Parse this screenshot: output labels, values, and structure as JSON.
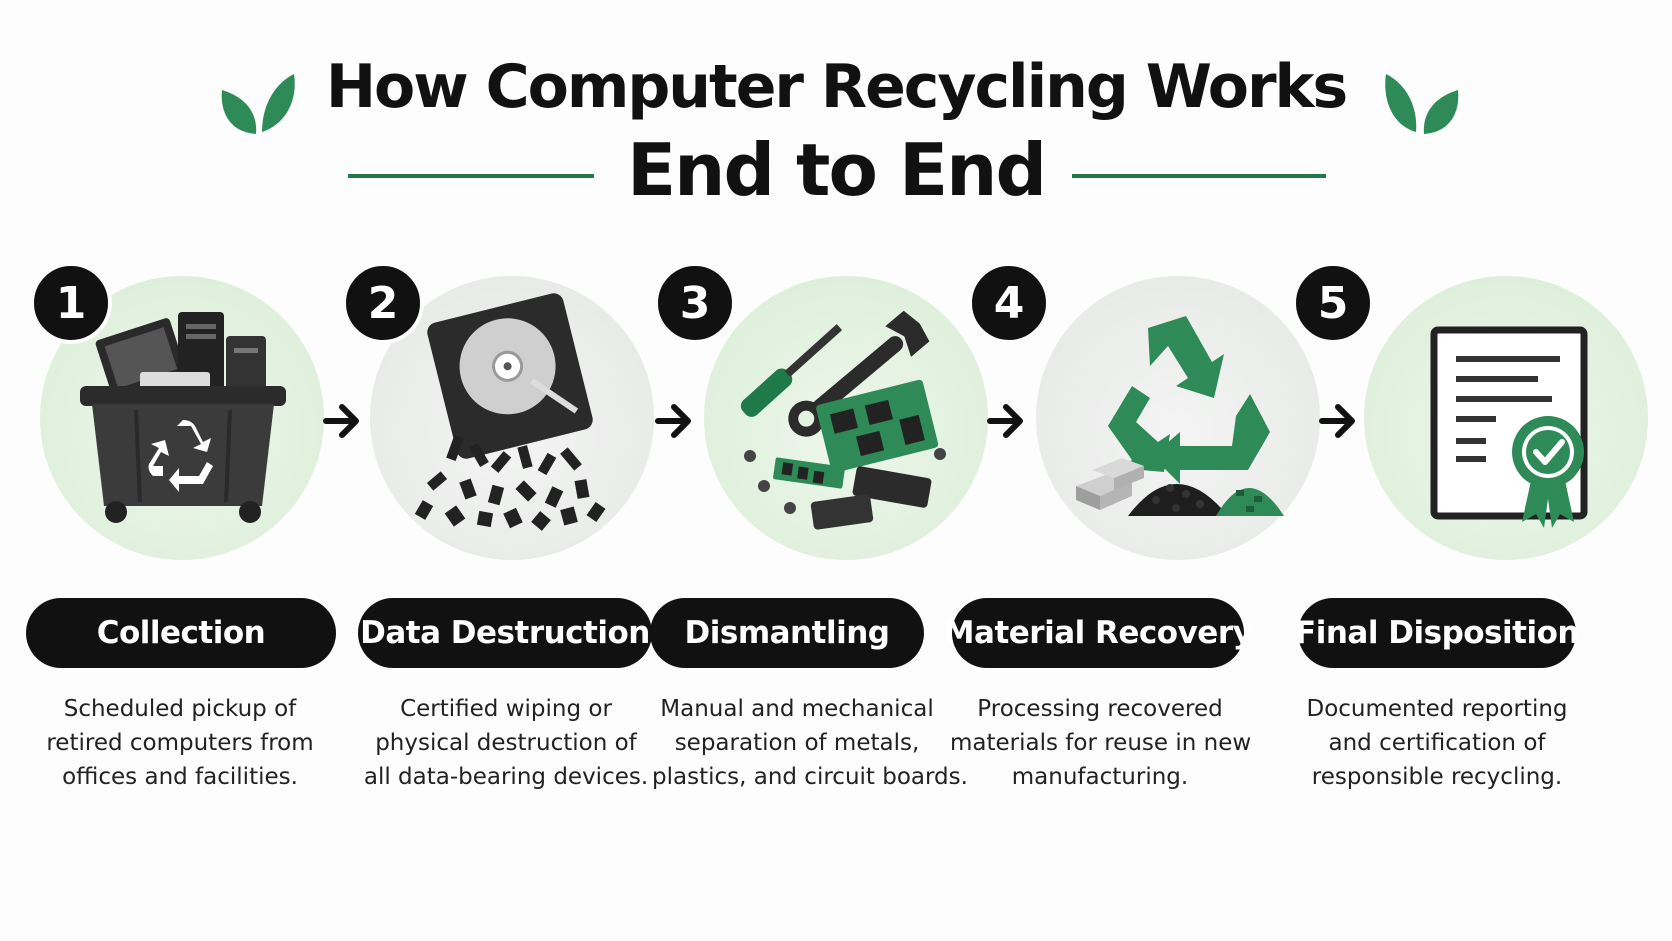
{
  "title": {
    "line1": "How Computer Recycling Works",
    "line2": "End to End"
  },
  "colors": {
    "accent_green": "#1f7a4a",
    "leaf_green": "#2e8b57",
    "dark": "#111111"
  },
  "steps": [
    {
      "number": "1",
      "label": "Collection",
      "icon": "recycling-bin-icon",
      "description": [
        "Scheduled pickup of",
        "retired computers from",
        "offices and facilities."
      ]
    },
    {
      "number": "2",
      "label": "Data Destruction",
      "icon": "shredded-hard-drive-icon",
      "description": [
        "Certified wiping or",
        "physical destruction of",
        "all data-bearing devices."
      ]
    },
    {
      "number": "3",
      "label": "Dismantling",
      "icon": "tools-and-components-icon",
      "description": [
        "Manual and mechanical",
        "separation of metals,",
        "plastics, and circuit boards."
      ]
    },
    {
      "number": "4",
      "label": "Material Recovery",
      "icon": "recycle-symbol-icon",
      "description": [
        "Processing recovered",
        "materials for reuse in new",
        "manufacturing."
      ]
    },
    {
      "number": "5",
      "label": "Final Disposition",
      "icon": "certificate-icon",
      "description": [
        "Documented reporting",
        "and certification of",
        "responsible recycling."
      ]
    }
  ]
}
